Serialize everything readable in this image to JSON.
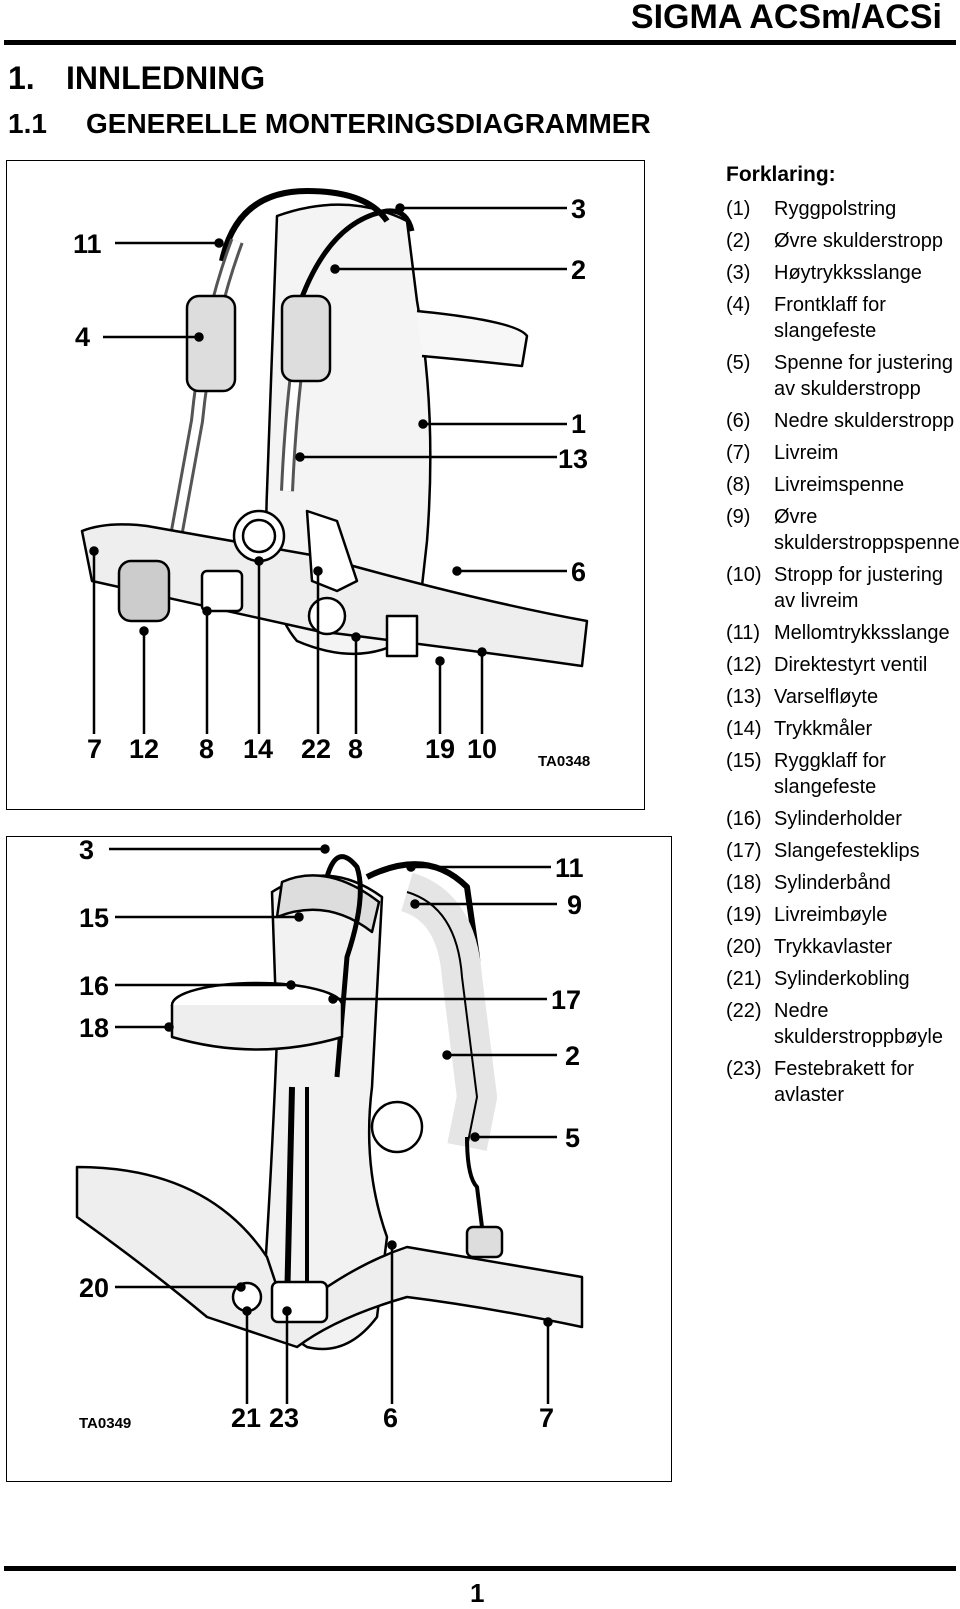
{
  "header": {
    "title": "SIGMA ACSm/ACSi"
  },
  "heading1": {
    "number": "1.",
    "text": "INNLEDNING"
  },
  "heading2": {
    "number": "1.1",
    "text": "GENERELLE MONTERINGSDIAGRAMMER"
  },
  "figure1": {
    "code": "TA0348",
    "callouts": {
      "c11": "11",
      "c4": "4",
      "c3": "3",
      "c2": "2",
      "c1": "1",
      "c13": "13",
      "c6": "6",
      "b7": "7",
      "b12": "12",
      "b8a": "8",
      "b14": "14",
      "b22": "22",
      "b8b": "8",
      "b19": "19",
      "b10": "10"
    }
  },
  "figure2": {
    "code": "TA0349",
    "callouts": {
      "c3": "3",
      "c15": "15",
      "c16": "16",
      "c18": "18",
      "c20": "20",
      "c11": "11",
      "c9": "9",
      "c17": "17",
      "c2": "2",
      "c5": "5",
      "b21": "21",
      "b23": "23",
      "b6": "6",
      "b7": "7"
    }
  },
  "legend": {
    "title": "Forklaring:",
    "items": [
      {
        "num": "(1)",
        "text": "Ryggpolstring"
      },
      {
        "num": "(2)",
        "text": "Øvre skulderstropp"
      },
      {
        "num": "(3)",
        "text": "Høytrykksslange"
      },
      {
        "num": "(4)",
        "text": "Frontklaff for slangefeste"
      },
      {
        "num": "(5)",
        "text": "Spenne for justering av skulderstropp"
      },
      {
        "num": "(6)",
        "text": "Nedre skulderstropp"
      },
      {
        "num": "(7)",
        "text": "Livreim"
      },
      {
        "num": "(8)",
        "text": "Livreimspenne"
      },
      {
        "num": "(9)",
        "text": "Øvre skulderstroppspenne"
      },
      {
        "num": "(10)",
        "text": "Stropp for justering av livreim"
      },
      {
        "num": "(11)",
        "text": "Mellomtrykksslange"
      },
      {
        "num": "(12)",
        "text": "Direktestyrt ventil"
      },
      {
        "num": "(13)",
        "text": "Varselfløyte"
      },
      {
        "num": "(14)",
        "text": "Trykkmåler"
      },
      {
        "num": "(15)",
        "text": "Ryggklaff for slangefeste"
      },
      {
        "num": "(16)",
        "text": "Sylinderholder"
      },
      {
        "num": "(17)",
        "text": "Slangefesteklips"
      },
      {
        "num": "(18)",
        "text": "Sylinderbånd"
      },
      {
        "num": "(19)",
        "text": "Livreimbøyle"
      },
      {
        "num": "(20)",
        "text": "Trykkavlaster"
      },
      {
        "num": "(21)",
        "text": "Sylinderkobling"
      },
      {
        "num": "(22)",
        "text": "Nedre skulderstroppbøyle"
      },
      {
        "num": "(23)",
        "text": "Festebrakett for avlaster"
      }
    ]
  },
  "footer": {
    "page": "1"
  }
}
